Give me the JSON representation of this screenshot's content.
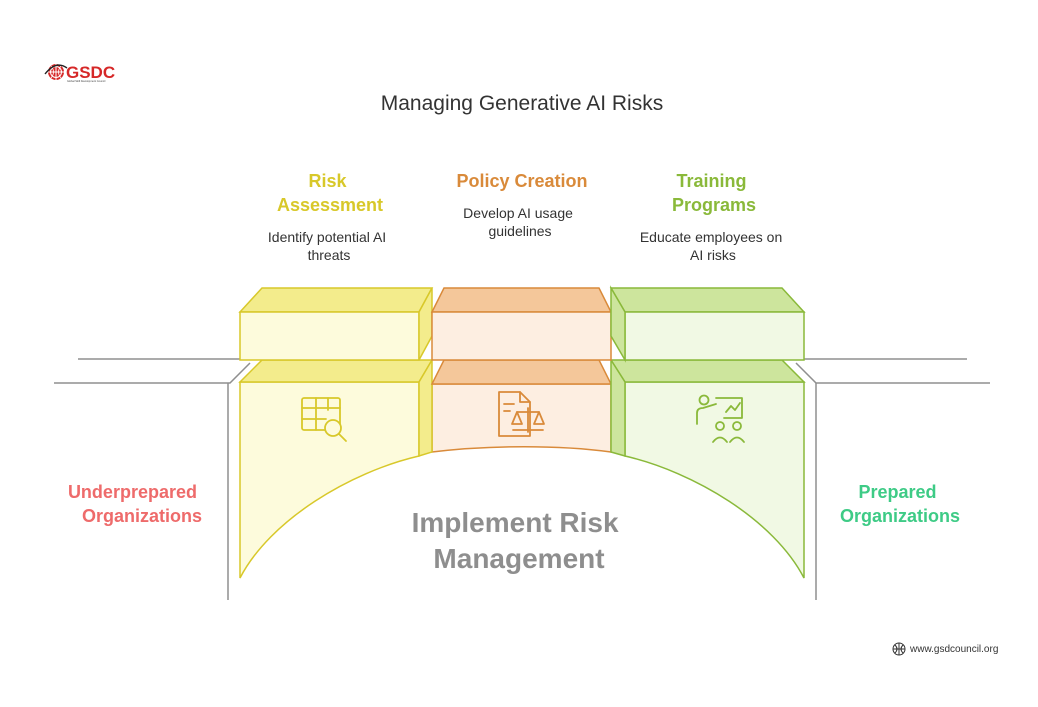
{
  "logo": {
    "text": "GSDC",
    "tagline": "Global Skill Development Council"
  },
  "title": "Managing Generative AI Risks",
  "stages": [
    {
      "title_lines": [
        "Risk",
        "Assessment"
      ],
      "desc_lines": [
        "Identify potential AI",
        "threats"
      ],
      "icon": "table-search-icon",
      "color": "#d8c82a",
      "fill": "#fdfbdc",
      "side_fill": "#f3ec8c"
    },
    {
      "title_lines": [
        "Policy Creation"
      ],
      "desc_lines": [
        "Develop AI usage",
        "guidelines"
      ],
      "icon": "document-scales-icon",
      "color": "#d98a3a",
      "fill": "#fdeee1",
      "side_fill": "#f4c79a"
    },
    {
      "title_lines": [
        "Training",
        "Programs"
      ],
      "desc_lines": [
        "Educate employees on",
        "AI risks"
      ],
      "icon": "presenter-audience-icon",
      "color": "#8ab93a",
      "fill": "#f1f9e4",
      "side_fill": "#cde59d"
    }
  ],
  "left_label": [
    "Underprepared",
    "Organizations"
  ],
  "right_label": [
    "Prepared",
    "Organizations"
  ],
  "center_label": [
    "Implement Risk",
    "Management"
  ],
  "colors": {
    "underprepared": "#ee6b6b",
    "prepared": "#3ecb86",
    "ground": "#8f8f8f"
  },
  "footer": {
    "url": "www.gsdcouncil.org",
    "icon": "globe-icon"
  }
}
